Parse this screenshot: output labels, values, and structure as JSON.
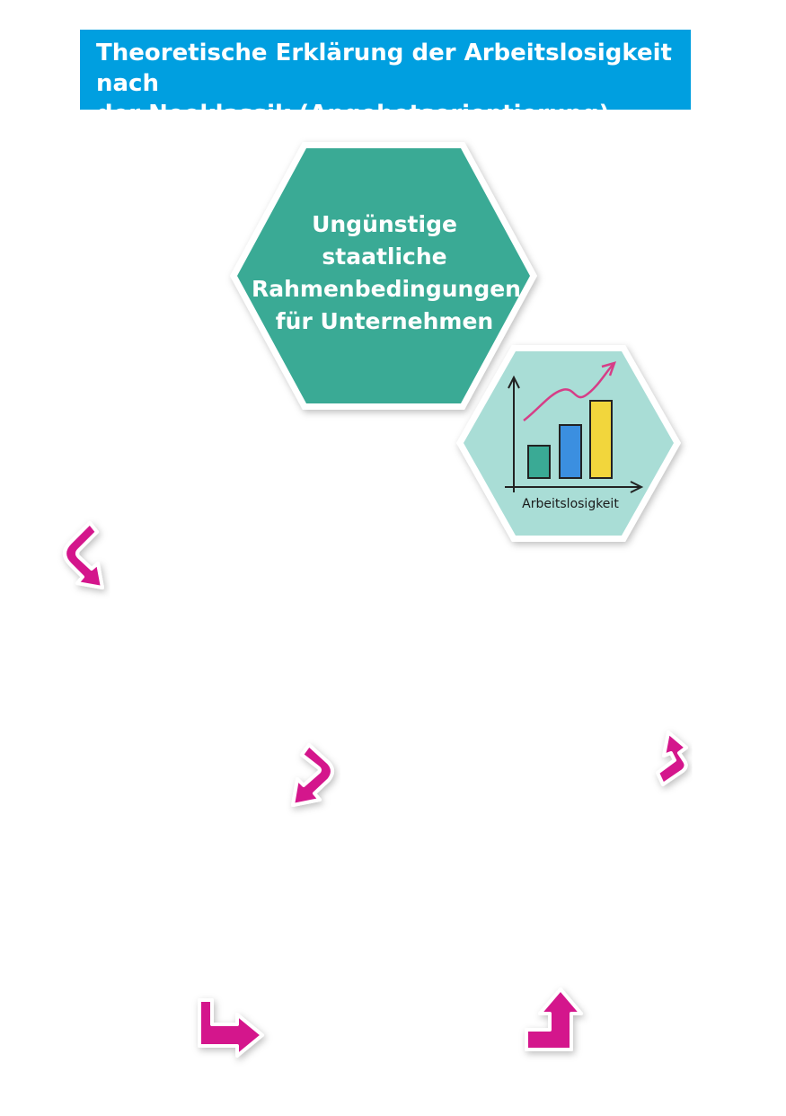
{
  "title": {
    "line1": "Theoretische Erklärung der Arbeitslosigkeit nach",
    "line2": "der Neoklassik (Angebotsorientierung)"
  },
  "main_hexagon": {
    "lines": [
      "Ungünstige",
      "staatliche",
      "Rahmenbedingungen",
      "für Unternehmen"
    ],
    "color": "#3aaa95"
  },
  "chart_hexagon": {
    "label": "Arbeitslosigkeit",
    "color": "#a9ddd6",
    "bar_colors": [
      "#3aaa95",
      "#3b8fe0",
      "#f2d63c"
    ],
    "trend_color": "#d63d87"
  },
  "arrows": {
    "color": "#d4188c",
    "icons": [
      "curved-arrow-icon",
      "curved-arrow-icon",
      "curved-arrow-icon",
      "turn-arrow-icon",
      "turn-arrow-icon"
    ]
  },
  "colors": {
    "title_background": "#009fe0",
    "title_text": "#ffffff"
  }
}
